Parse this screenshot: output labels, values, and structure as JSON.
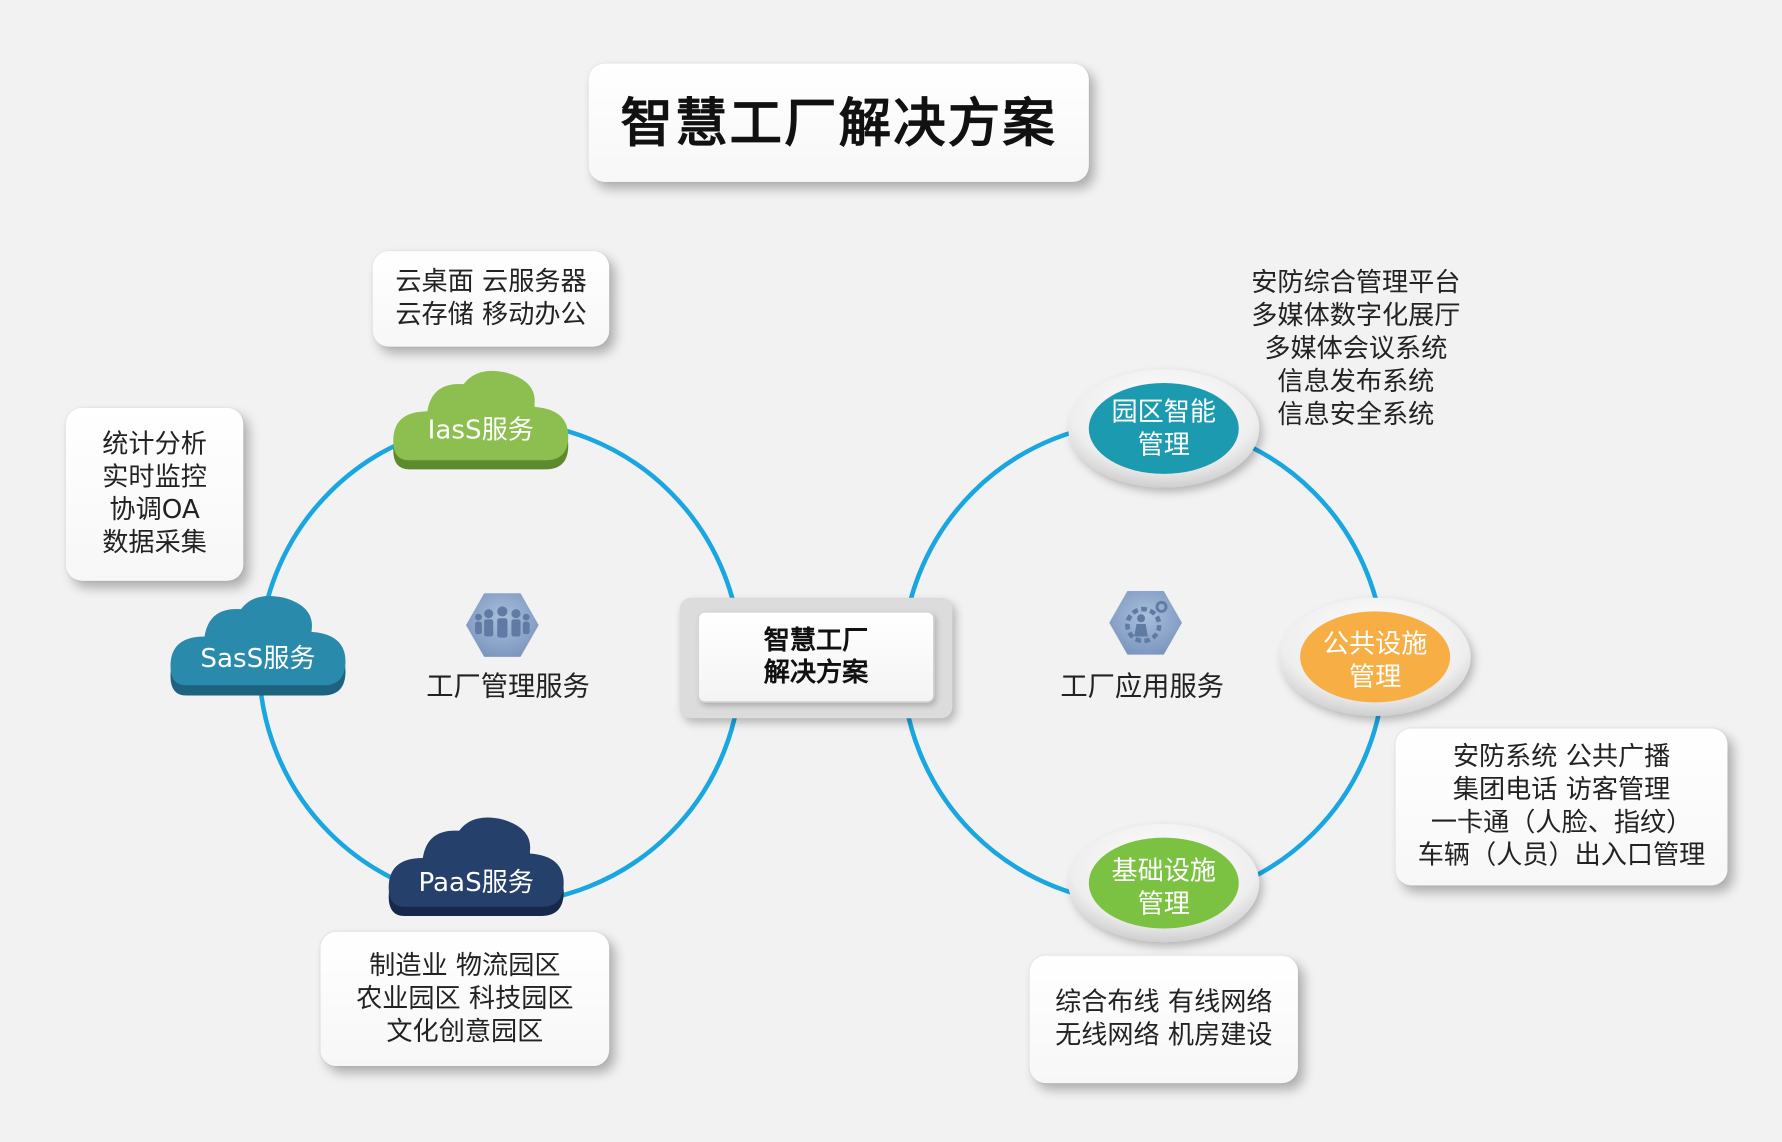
{
  "title": "智慧工厂解决方案",
  "center": {
    "line1": "智慧工厂",
    "line2": "解决方案"
  },
  "left_hub": {
    "label": "工厂管理服务",
    "icon": "people-group-icon"
  },
  "right_hub": {
    "label": "工厂应用服务",
    "icon": "worker-gear-icon"
  },
  "clouds": {
    "iaas": {
      "label": "IasS服务",
      "color": "#8cbf4f"
    },
    "saas": {
      "label": "SasS服务",
      "color": "#2a8aac"
    },
    "paas": {
      "label": "PaaS服务",
      "color": "#24406b"
    }
  },
  "ellipses": {
    "park": {
      "line1": "园区智能",
      "line2": "管理",
      "color": "#1f9ab0"
    },
    "public": {
      "line1": "公共设施",
      "line2": "管理",
      "color": "#f6ae45"
    },
    "infra": {
      "line1": "基础设施",
      "line2": "管理",
      "color": "#7cc243"
    }
  },
  "cards": {
    "iaas_items": [
      "云桌面  云服务器",
      "云存储  移动办公"
    ],
    "saas_items": [
      "统计分析",
      "实时监控",
      "协调OA",
      "数据采集"
    ],
    "paas_items": [
      "制造业  物流园区",
      "农业园区  科技园区",
      "文化创意园区"
    ],
    "park_items": [
      "安防综合管理平台",
      "多媒体数字化展厅",
      "多媒体会议系统",
      "信息发布系统",
      "信息安全系统"
    ],
    "public_items": [
      "安防系统   公共广播",
      "集团电话  访客管理",
      "一卡通（人脸、指纹）",
      "车辆（人员）出入口管理"
    ],
    "infra_items": [
      "综合布线  有线网络",
      "无线网络  机房建设"
    ]
  },
  "colors": {
    "ring": "#1aa6e0",
    "background": "#f2f2f2"
  }
}
